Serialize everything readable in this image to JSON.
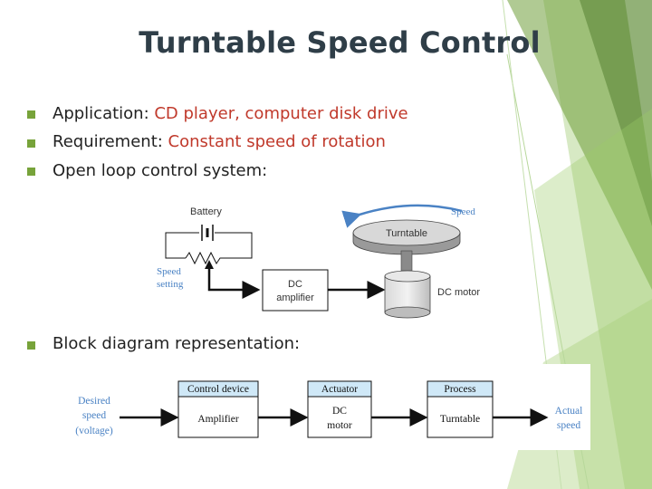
{
  "title": "Turntable Speed Control",
  "bullets": [
    {
      "label": "Application: ",
      "value": "CD player, computer disk drive"
    },
    {
      "label": "Requirement: ",
      "value": "Constant speed of rotation"
    },
    {
      "label": "Open loop control system:",
      "value": ""
    },
    {
      "label": "Block diagram representation:",
      "value": ""
    }
  ],
  "schematic": {
    "battery": "Battery",
    "speed": "Speed",
    "turntable": "Turntable",
    "speed_setting": [
      "Speed",
      "setting"
    ],
    "dc_amplifier": [
      "DC",
      "amplifier"
    ],
    "dc_motor": "DC motor"
  },
  "block_diagram": {
    "input": [
      "Desired",
      "speed",
      "(voltage)"
    ],
    "blocks": [
      {
        "header": "Control device",
        "body": [
          "Amplifier"
        ]
      },
      {
        "header": "Actuator",
        "body": [
          "DC",
          "motor"
        ]
      },
      {
        "header": "Process",
        "body": [
          "Turntable"
        ]
      }
    ],
    "output": [
      "Actual",
      "speed"
    ]
  },
  "colors": {
    "accent_green": "#77a33a",
    "title": "#2f3e48",
    "highlight": "#c0392b",
    "diagram_blue": "#4a82c4",
    "header_fill": "#cfe8f7"
  }
}
